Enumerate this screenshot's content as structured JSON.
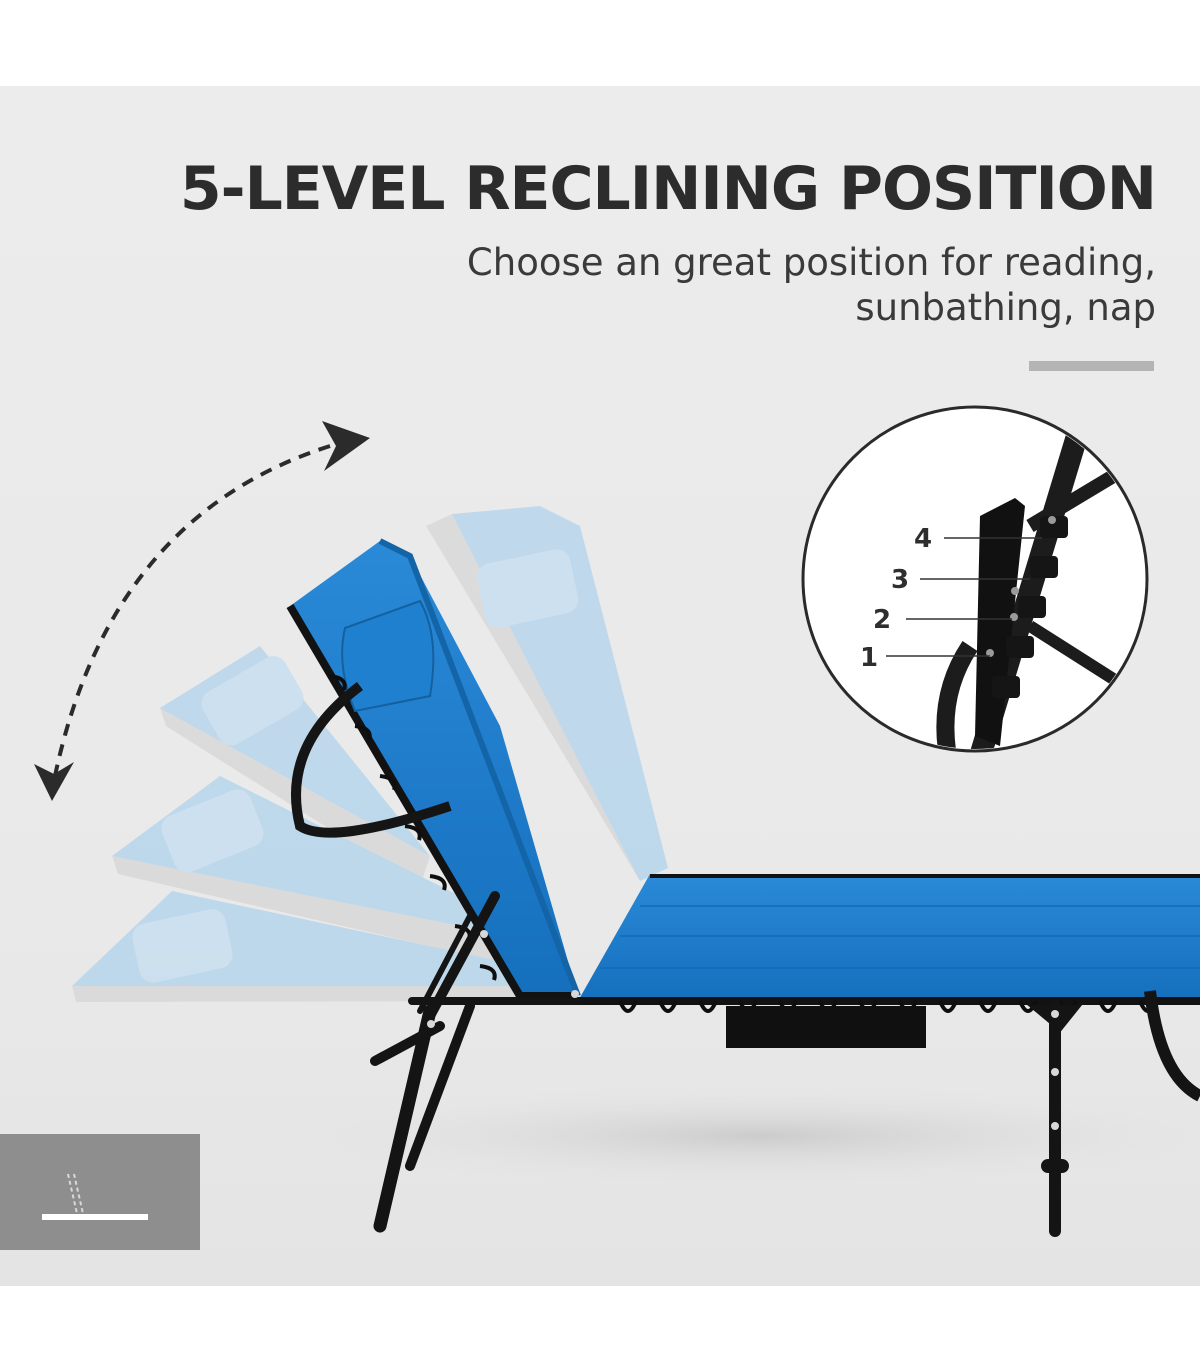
{
  "headline": "5-LEVEL RECLINING POSITION",
  "subline": "Choose an great position for reading, sunbathing, nap",
  "callout": {
    "labels": [
      "4",
      "3",
      "2",
      "1"
    ]
  },
  "colors": {
    "background": "#eaeaea",
    "headline": "#2c2c2c",
    "fabric": "#1e7ccc",
    "fabric_ghost": "#8ec2ea",
    "frame": "#1a1a1a",
    "accent_rule": "#b4b4b4"
  }
}
